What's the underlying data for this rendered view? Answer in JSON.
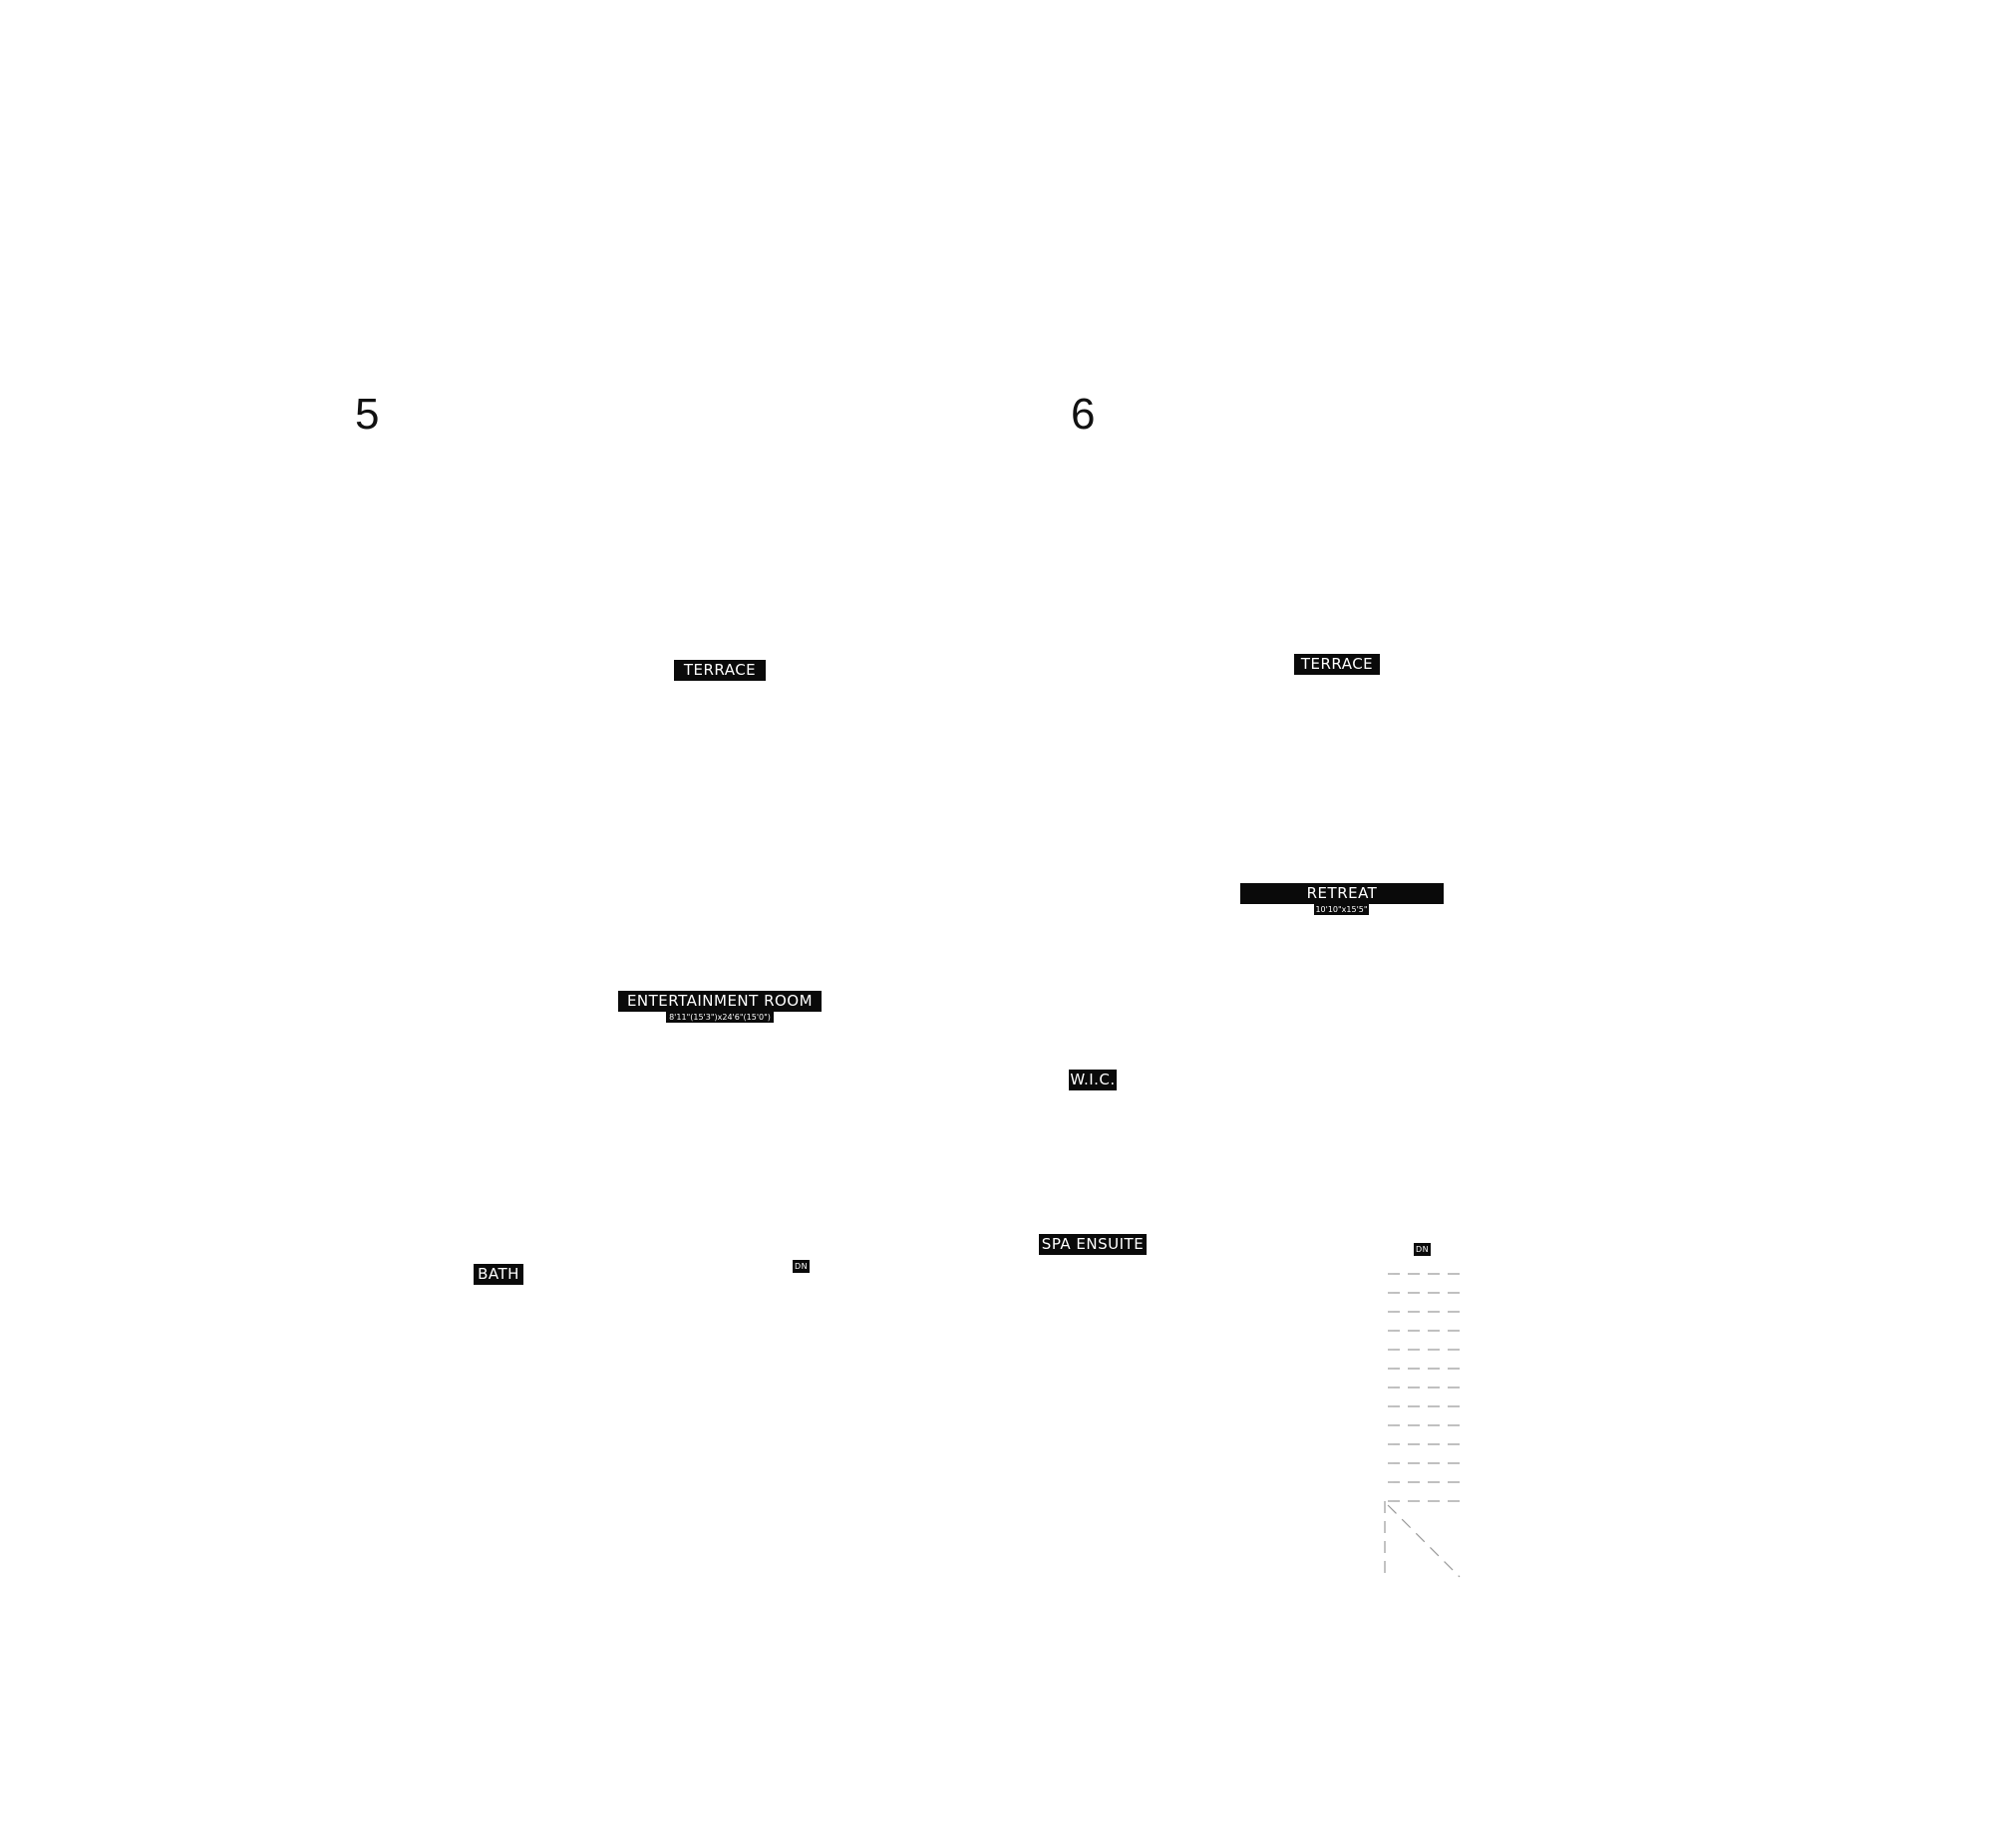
{
  "plans": [
    {
      "level": "5",
      "rooms": {
        "terrace": "TERRACE",
        "entertainment_room": "ENTERTAINMENT ROOM",
        "entertainment_room_dims": "8'11\"(15'3\")x24'6\"(15'0\")",
        "bath": "BATH",
        "stair_dn": "DN"
      }
    },
    {
      "level": "6",
      "rooms": {
        "terrace": "TERRACE",
        "retreat": "RETREAT",
        "retreat_dims": "10'10\"x15'5\"",
        "wic": "W.I.C.",
        "spa_ensuite": "SPA ENSUITE",
        "stair_dn": "DN"
      }
    }
  ],
  "colors": {
    "label_background": "#0a0a0a",
    "label_text": "#ffffff",
    "stair_lines": "#9a9a9a"
  }
}
